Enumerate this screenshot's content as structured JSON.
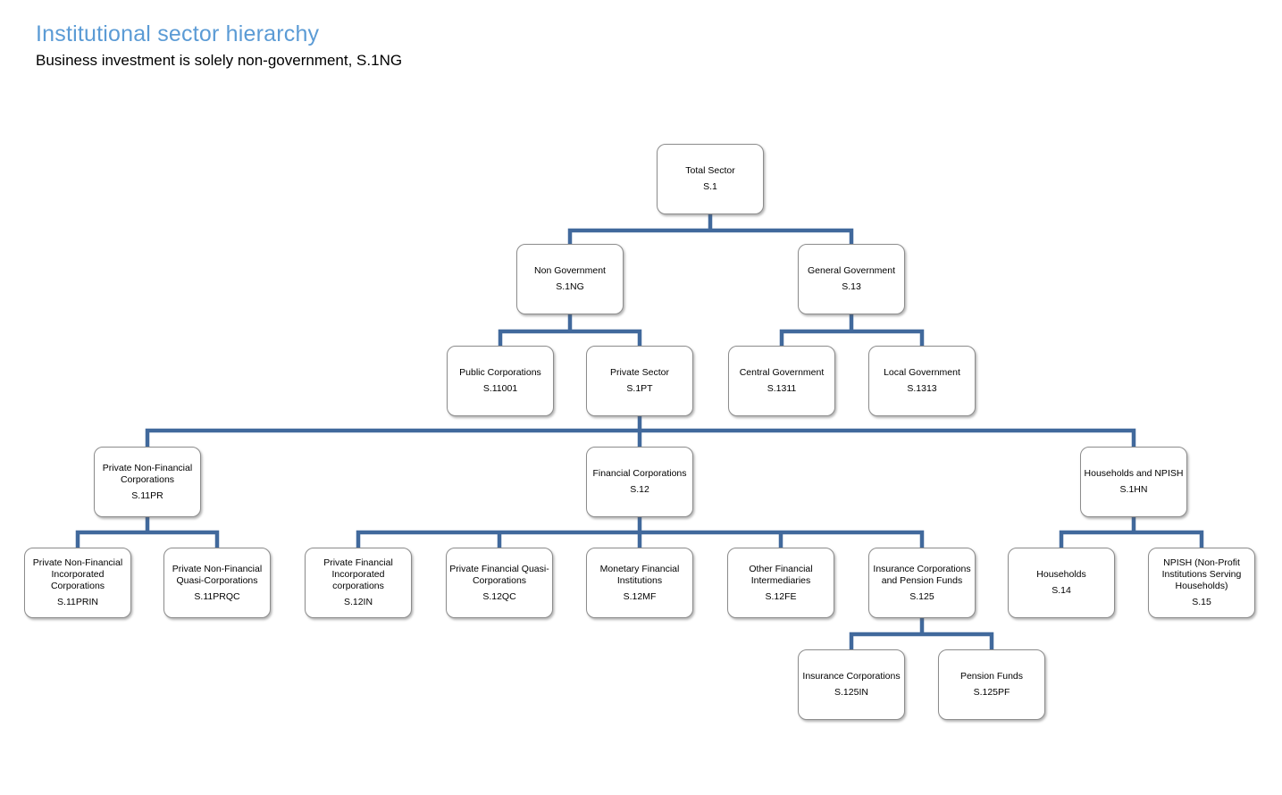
{
  "header": {
    "title": "Institutional sector hierarchy",
    "subtitle": "Business investment is solely non-government, S.1NG"
  },
  "colors": {
    "title-blue": "#5B9BD5",
    "connector-blue": "#41699C",
    "box-border": "#8C8C8C",
    "box-fill": "#FFFFFF",
    "text-color": "#000000"
  },
  "nodes": {
    "s1": {
      "label": "Total Sector",
      "code": "S.1"
    },
    "s1ng": {
      "label": "Non Government",
      "code": "S.1NG"
    },
    "s13": {
      "label": "General Government",
      "code": "S.13"
    },
    "s11001": {
      "label": "Public Corporations",
      "code": "S.11001"
    },
    "s1pt": {
      "label": "Private Sector",
      "code": "S.1PT"
    },
    "s1311": {
      "label": "Central Government",
      "code": "S.1311"
    },
    "s1313": {
      "label": "Local Government",
      "code": "S.1313"
    },
    "s11pr": {
      "label": "Private Non-Financial Corporations",
      "code": "S.11PR"
    },
    "s12": {
      "label": "Financial Corporations",
      "code": "S.12"
    },
    "s1hn": {
      "label": "Households and NPISH",
      "code": "S.1HN"
    },
    "s11prin": {
      "label": "Private Non-Financial Incorporated Corporations",
      "code": "S.11PRIN"
    },
    "s11prqc": {
      "label": "Private Non-Financial Quasi-Corporations",
      "code": "S.11PRQC"
    },
    "s12in": {
      "label": "Private Financial Incorporated corporations",
      "code": "S.12IN"
    },
    "s12qc": {
      "label": "Private Financial Quasi-Corporations",
      "code": "S.12QC"
    },
    "s12mf": {
      "label": "Monetary Financial Institutions",
      "code": "S.12MF"
    },
    "s12fe": {
      "label": "Other Financial Intermediaries",
      "code": "S.12FE"
    },
    "s125": {
      "label": "Insurance Corporations and Pension Funds",
      "code": "S.125"
    },
    "s14": {
      "label": "Households",
      "code": "S.14"
    },
    "s15": {
      "label": "NPISH (Non-Profit Institutions Serving Households)",
      "code": "S.15"
    },
    "s125in": {
      "label": "Insurance Corporations",
      "code": "S.125IN"
    },
    "s125pf": {
      "label": "Pension Funds",
      "code": "S.125PF"
    }
  },
  "edges": [
    {
      "from": "s1",
      "to": [
        "s1ng",
        "s13"
      ]
    },
    {
      "from": "s1ng",
      "to": [
        "s11001",
        "s1pt"
      ]
    },
    {
      "from": "s13",
      "to": [
        "s1311",
        "s1313"
      ]
    },
    {
      "from": "s1pt",
      "to": [
        "s11pr",
        "s12",
        "s1hn"
      ]
    },
    {
      "from": "s11pr",
      "to": [
        "s11prin",
        "s11prqc"
      ]
    },
    {
      "from": "s12",
      "to": [
        "s12in",
        "s12qc",
        "s12mf",
        "s12fe",
        "s125"
      ]
    },
    {
      "from": "s1hn",
      "to": [
        "s14",
        "s15"
      ]
    },
    {
      "from": "s125",
      "to": [
        "s125in",
        "s125pf"
      ]
    }
  ]
}
